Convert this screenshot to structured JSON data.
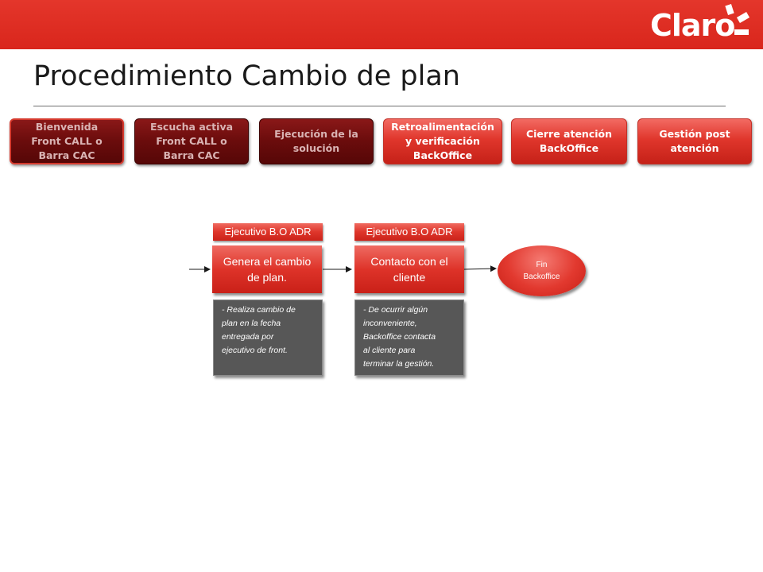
{
  "brand": {
    "logo_text": "Claro",
    "accent": "#dc2a1f"
  },
  "page": {
    "title": "Procedimiento Cambio de plan"
  },
  "process_steps": [
    {
      "label": "Bienvenida\nFront CALL o\nBarra CAC",
      "style": "dark",
      "selected": true
    },
    {
      "label": "Escucha activa\nFront CALL o\nBarra CAC",
      "style": "dark",
      "selected": false
    },
    {
      "label": "Ejecución de la\nsolución",
      "style": "dark",
      "selected": false
    },
    {
      "label": "Retroalimentación\ny verificación\nBackOffice",
      "style": "light",
      "selected": false
    },
    {
      "label": "Cierre atención\nBackOffice",
      "style": "light",
      "selected": false
    },
    {
      "label": "Gestión post\natención",
      "style": "light",
      "selected": false
    }
  ],
  "flow": {
    "lanes": [
      {
        "role": "Ejecutivo B.O ADR",
        "action": "Genera el cambio de plan.",
        "note": "- Realiza cambio de\nplan en la fecha\nentregada por\nejecutivo de front."
      },
      {
        "role": "Ejecutivo B.O ADR",
        "action": "Contacto con el cliente",
        "note": "- De ocurrir algún\ninconveniente,\nBackoffice contacta\nal cliente para\nterminar la gestión."
      }
    ],
    "end_node": "Fin\nBackoffice"
  }
}
